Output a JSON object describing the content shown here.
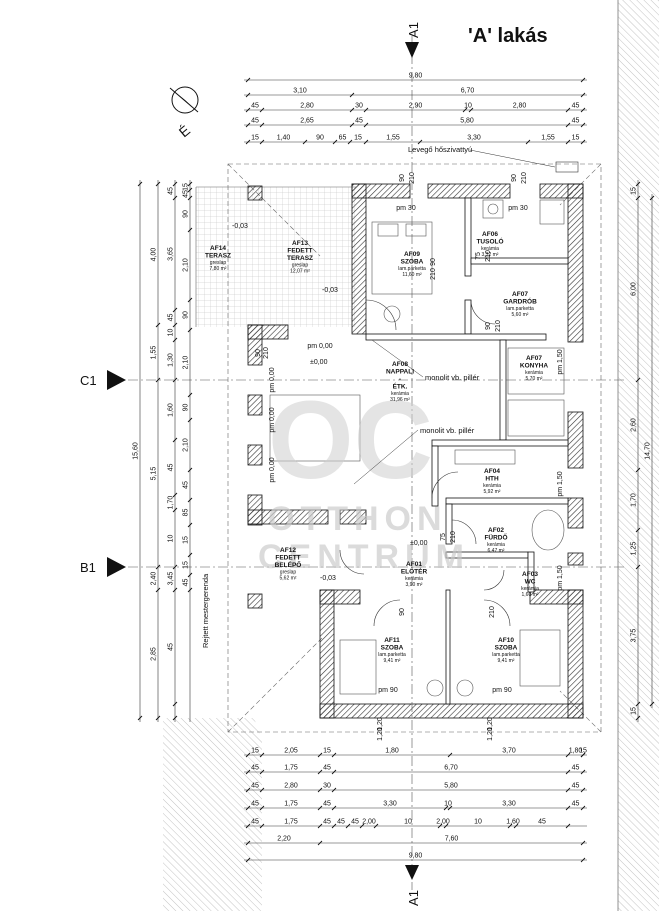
{
  "title": "'A' lakás",
  "north_label": "É",
  "grid": {
    "a1_top": "A1",
    "a1_bottom": "A1",
    "c1": "C1",
    "b1": "B1"
  },
  "watermark": {
    "line1": "OTTHON",
    "line2": "CENTRUM",
    "logo": "OC"
  },
  "notes": {
    "heat_recovery": "Levegő hőszivattyú",
    "pillar_1": "monolit vb. pillér",
    "pillar_2": "monolit vb. pillér",
    "hidden_beam": "Rejtett mestergerenda"
  },
  "level_marks": [
    "±0,00",
    "±0,00",
    "-0,03",
    "-0,03",
    "-0,03"
  ],
  "sill_marks": [
    "pm 30",
    "pm 30",
    "pm 0,00",
    "pm 0,00",
    "pm 0,00",
    "pm 0,00",
    "pm 1,50",
    "pm 1,50",
    "pm 1,50",
    "pm 90",
    "pm 90"
  ],
  "rooms": [
    {
      "code": "AF14",
      "name": "TERASZ",
      "floor": "greslap",
      "area": "7,80 m²"
    },
    {
      "code": "AF13",
      "name": "FEDETT TERASZ",
      "floor": "greslap",
      "area": "12,07 m²"
    },
    {
      "code": "AF09",
      "name": "SZOBA",
      "floor": "lam.parketta",
      "area": "11,60 m²"
    },
    {
      "code": "AF06",
      "name": "TUSOLÓ",
      "floor": "kerámia",
      "area": "3,32 m²"
    },
    {
      "code": "AF07",
      "name": "GARDRÓB",
      "floor": "lam.parketta",
      "area": "5,60 m²"
    },
    {
      "code": "AF08",
      "name": "NAPPALI - ÉTK.",
      "floor": "kerámia",
      "area": "31,96 m²"
    },
    {
      "code": "AF07",
      "name": "KONYHA",
      "floor": "kerámia",
      "area": "5,70 m²"
    },
    {
      "code": "AF04",
      "name": "HTH",
      "floor": "kerámia",
      "area": "5,92 m²"
    },
    {
      "code": "AF02",
      "name": "FÜRDŐ",
      "floor": "kerámia",
      "area": "6,47 m²"
    },
    {
      "code": "AF12",
      "name": "FEDETT BELÉPŐ",
      "floor": "greslap",
      "area": "5,62 m²"
    },
    {
      "code": "AF01",
      "name": "ELŐTÉR",
      "floor": "kerámia",
      "area": "3,90 m²"
    },
    {
      "code": "AF03",
      "name": "WC",
      "floor": "kerámia",
      "area": "1,60 m²"
    },
    {
      "code": "AF11",
      "name": "SZOBA",
      "floor": "lam.parketta",
      "area": "9,41 m²"
    },
    {
      "code": "AF10",
      "name": "SZOBA",
      "floor": "lam.parketta",
      "area": "9,41 m²"
    }
  ],
  "dimensions": {
    "top": [
      [
        "9,80"
      ],
      [
        "3,10",
        "6,70"
      ],
      [
        "45",
        "2,80",
        "30",
        "2,90",
        "10",
        "2,80",
        "45"
      ],
      [
        "45",
        "2,65",
        "45",
        "5,80",
        "45"
      ],
      [
        "15",
        "1,40",
        "90",
        "65",
        "15",
        "1,55",
        "3,30",
        "1,55",
        "15"
      ]
    ],
    "bottom": [
      [
        "15",
        "2,05",
        "15",
        "1,80",
        "3,70",
        "1,80",
        "15"
      ],
      [
        "45",
        "1,75",
        "45",
        "6,70",
        "45"
      ],
      [
        "45",
        "2,80",
        "30",
        "5,80",
        "45"
      ],
      [
        "45",
        "1,75",
        "45",
        "3,30",
        "10",
        "3,30",
        "45"
      ],
      [
        "45",
        "1,75",
        "45",
        "45",
        "45",
        "2,00",
        "10",
        "2,00",
        "10",
        "1,60",
        "45"
      ],
      [
        "2,20",
        "7,60"
      ],
      [
        "9,80"
      ]
    ],
    "left_outer": [
      "15,60"
    ],
    "left_1": [
      "4,00",
      "1,55",
      "5,15",
      "2,40",
      "2,85"
    ],
    "left_2": [
      "45",
      "3,65",
      "45",
      "10",
      "1,30",
      "1,60",
      "45",
      "1,70",
      "10",
      "3,45",
      "45"
    ],
    "left_3": [
      "15",
      "45",
      "90",
      "2,10",
      "90",
      "2,10",
      "90",
      "2,10",
      "45",
      "85",
      "15",
      "15",
      "45"
    ],
    "right_1": [
      "15",
      "6,00",
      "2,60",
      "1,70",
      "1,25",
      "3,75",
      "15"
    ],
    "right_outer": [
      "14,70"
    ],
    "door_openings": [
      "90",
      "210",
      "90",
      "210",
      "75",
      "210",
      "90",
      "210",
      "90",
      "210",
      "90",
      "210",
      "75",
      "210",
      "90",
      "210",
      "1,20",
      "1,20",
      "1,20",
      "1,20"
    ]
  }
}
